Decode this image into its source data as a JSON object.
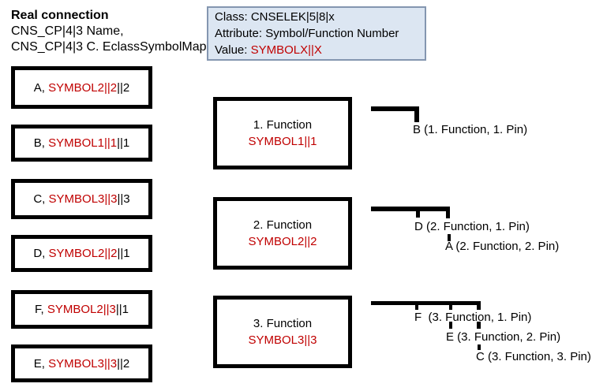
{
  "header": {
    "title": "Real connection",
    "line1": "CNS_CP|4|3 Name,",
    "line2": "CNS_CP|4|3 C. EclassSymbolMap"
  },
  "info_box": {
    "class_line": "Class: CNSELEK|5|8|x",
    "attribute_line": "Attribute: Symbol/Function Number",
    "value_prefix": "Value: ",
    "value": "SYMBOLX||X"
  },
  "connections": [
    {
      "prefix": "A, ",
      "symbol": "SYMBOL2||2",
      "suffix": "||2"
    },
    {
      "prefix": "B, ",
      "symbol": "SYMBOL1||1",
      "suffix": "||1"
    },
    {
      "prefix": "C, ",
      "symbol": "SYMBOL3||3",
      "suffix": "||3"
    },
    {
      "prefix": "D, ",
      "symbol": "SYMBOL2||2",
      "suffix": "||1"
    },
    {
      "prefix": "F, ",
      "symbol": "SYMBOL2||3",
      "suffix": "||1"
    },
    {
      "prefix": "E, ",
      "symbol": "SYMBOL3||3",
      "suffix": "||2"
    }
  ],
  "functions": [
    {
      "title": "1. Function",
      "symbol": "SYMBOL1||1"
    },
    {
      "title": "2. Function",
      "symbol": "SYMBOL2||2"
    },
    {
      "title": "3. Function",
      "symbol": "SYMBOL3||3"
    }
  ],
  "pins": [
    {
      "label": "B (1. Function, 1. Pin)"
    },
    {
      "label": "D (2. Function, 1. Pin)"
    },
    {
      "label": "A (2. Function, 2. Pin)"
    },
    {
      "label": "F  (3. Function, 1. Pin)"
    },
    {
      "label": "E (3. Function, 2. Pin)"
    },
    {
      "label": "C (3. Function, 3. Pin)"
    }
  ],
  "colors": {
    "accent_red": "#c00000",
    "info_fill": "#dce6f2",
    "info_border": "#8496b0",
    "line_black": "#000000"
  }
}
